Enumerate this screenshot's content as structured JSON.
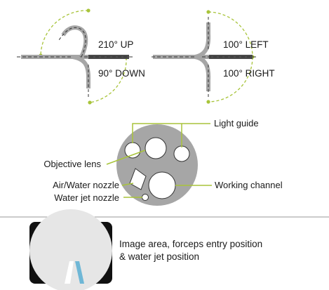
{
  "angulation": {
    "up_label": "210° UP",
    "down_label": "90° DOWN",
    "left_label": "100° LEFT",
    "right_label": "100° RIGHT"
  },
  "distal_end": {
    "light_guide_label": "Light guide",
    "objective_lens_label": "Objective lens",
    "air_water_nozzle_label": "Air/Water nozzle",
    "working_channel_label": "Working channel",
    "water_jet_nozzle_label": "Water jet nozzle"
  },
  "image_area": {
    "caption_line1": "Image area, forceps entry position",
    "caption_line2": "& water jet position"
  },
  "colors": {
    "accent_green": "#a8c43a",
    "scope_gray": "#a6a6a6",
    "scope_dark": "#4a4a4a",
    "image_black": "#111111",
    "image_field": "#e6e6e6",
    "water_jet_blue": "#6fb7d6"
  }
}
